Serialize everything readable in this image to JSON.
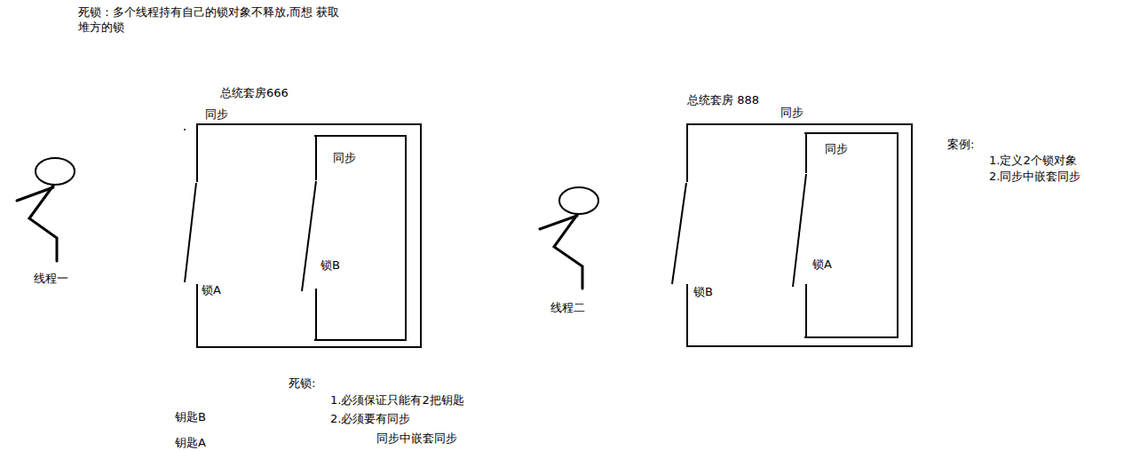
{
  "diagram": {
    "title": "死锁：多个线程持有自己的锁对象不释放,而想 获取堆方的锁",
    "nodes": [
      {
        "text": [
          "总统套房666",
          "同步",
          "锁A",
          "锁B"
        ]
      },
      {
        "text": [
          "同步"
        ],
        "in": 0
      },
      {
        "text": [
          "总统套房 888",
          "同步",
          "锁B",
          "锁A"
        ]
      },
      {
        "text": [
          "同步"
        ],
        "in": 2
      }
    ],
    "labels": [
      "线程一",
      "线程二",
      "死锁:",
      "1.必须保证只能有2把钥匙",
      "2.必须要有同步",
      "同步中嵌套同步",
      "钥匙B",
      "钥匙A",
      "案例:",
      "1.定义2个锁对象",
      "2.同步中嵌套同步"
    ]
  }
}
